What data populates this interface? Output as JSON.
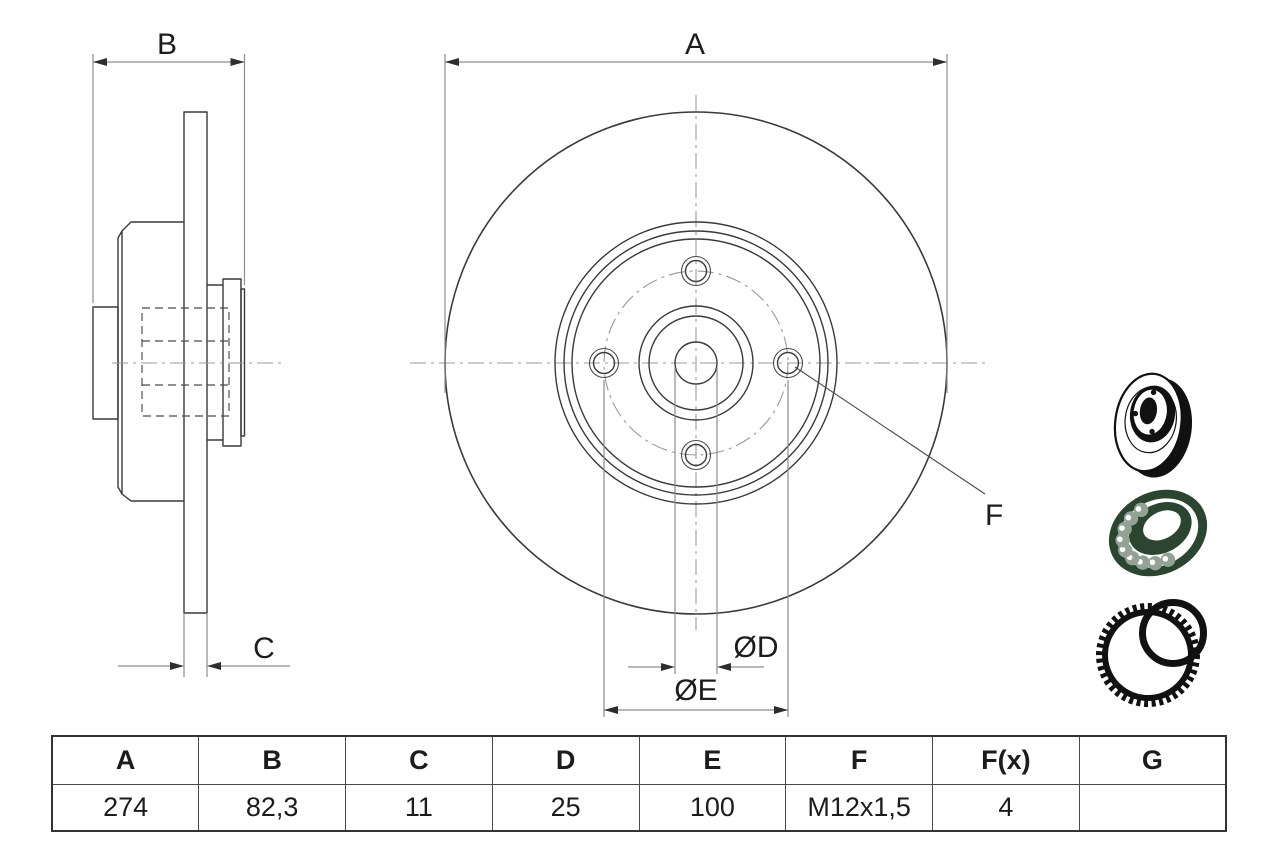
{
  "page": {
    "background": "#ffffff"
  },
  "drawing": {
    "labels": {
      "a": "A",
      "b": "B",
      "c": "C",
      "d": "ØD",
      "e": "ØE",
      "f": "F"
    }
  },
  "legend_icons": {
    "disc": "brake-disc-3d-icon",
    "bearing": "wheel-bearing-icon",
    "abs": "abs-tone-ring-icon"
  },
  "colors": {
    "object_line": "#3a3a3a",
    "dimension_line": "#8d8d8d",
    "centerline": "#9a9a9a",
    "text": "#1c1c1c",
    "bearing_green": "#2b4531",
    "icon_black": "#111111"
  },
  "table": {
    "headers": [
      "A",
      "B",
      "C",
      "D",
      "E",
      "F",
      "F(x)",
      "G"
    ],
    "values": [
      "274",
      "82,3",
      "11",
      "25",
      "100",
      "M12x1,5",
      "4",
      ""
    ]
  }
}
